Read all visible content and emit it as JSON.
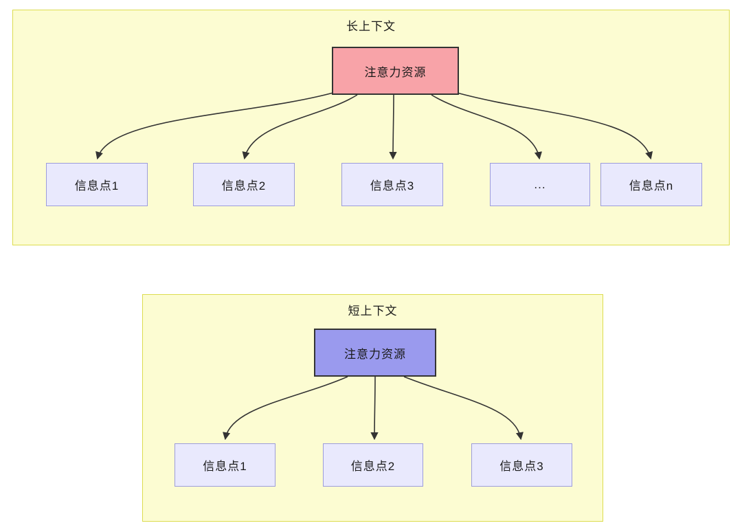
{
  "long_context": {
    "title": "长上下文",
    "source": "注意力资源",
    "targets": [
      "信息点1",
      "信息点2",
      "信息点3",
      "...",
      "信息点n"
    ]
  },
  "short_context": {
    "title": "短上下文",
    "source": "注意力资源",
    "targets": [
      "信息点1",
      "信息点2",
      "信息点3"
    ]
  },
  "colors": {
    "canvas-bg": "#ffffff",
    "container-fill": "#fcfcd2",
    "container-border": "#dcdc4e",
    "node-fill": "#e9e9fd",
    "node-border": "#9c9cdb",
    "long-source-fill": "#f8a3a8",
    "short-source-fill": "#9a9aee",
    "source-border": "#333333",
    "arrow": "#333333",
    "text": "#1a1a1a"
  }
}
